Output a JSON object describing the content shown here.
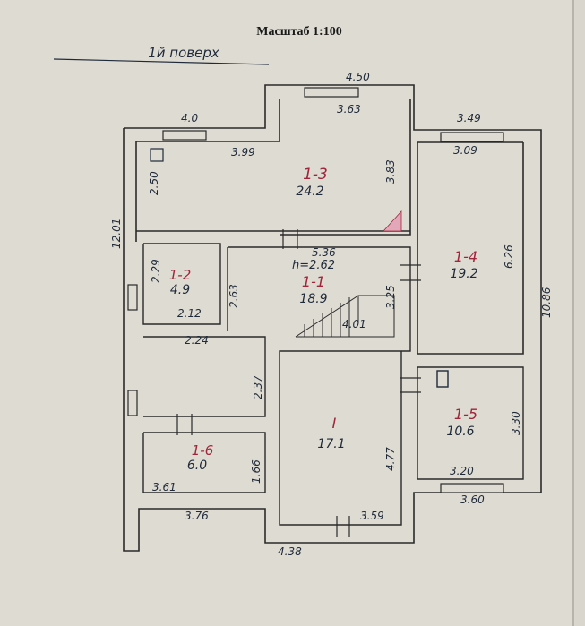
{
  "title": "Масштаб 1:100",
  "floor_label": "1й поверх",
  "rooms": [
    {
      "id": "1-3",
      "area": "24.2"
    },
    {
      "id": "1-4",
      "area": "19.2"
    },
    {
      "id": "1-2",
      "area": "4.9"
    },
    {
      "id": "1-1",
      "area": "18.9",
      "height": "h=2.62"
    },
    {
      "id": "I",
      "area": "17.1"
    },
    {
      "id": "1-5",
      "area": "10.6"
    },
    {
      "id": "1-6",
      "area": "6.0"
    }
  ],
  "dims": {
    "top_450": "4.50",
    "d363": "3.63",
    "d40": "4.0",
    "d399": "3.99",
    "d349": "3.49",
    "d309": "3.09",
    "d250": "2.50",
    "d383": "3.83",
    "d1201": "12.01",
    "d536": "5.36",
    "d626": "6.26",
    "d1086": "10.86",
    "d229": "2.29",
    "d263": "2.63",
    "d325": "3.25",
    "d212": "2.12",
    "d401": "4.01",
    "d224": "2.24",
    "d237": "2.37",
    "d477": "4.77",
    "d330": "3.30",
    "d166": "1.66",
    "d361": "3.61",
    "d320": "3.20",
    "d360": "3.60",
    "d376": "3.76",
    "d359": "3.59",
    "d438": "4.38"
  },
  "colors": {
    "paper": "#dedbd2",
    "ink": "#1f2a3a",
    "wall": "#2a2a2a",
    "accent": "#a0253a",
    "pink": "#e2a7b8"
  }
}
